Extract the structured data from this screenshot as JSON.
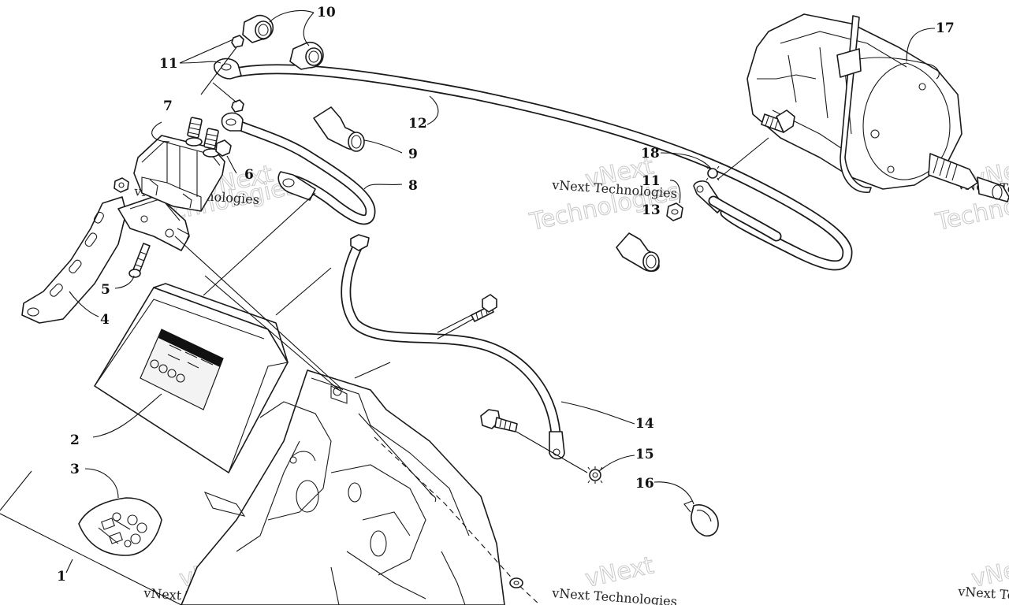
{
  "diagram": {
    "callouts": [
      "1",
      "2",
      "3",
      "4",
      "5",
      "6",
      "7",
      "8",
      "9",
      "10",
      "11",
      "11",
      "12",
      "13",
      "14",
      "15",
      "16",
      "17",
      "18"
    ],
    "watermark_text_1": "vNext",
    "watermark_text_2": "Technologies",
    "watermark_text_3": "vNext Technologies"
  }
}
